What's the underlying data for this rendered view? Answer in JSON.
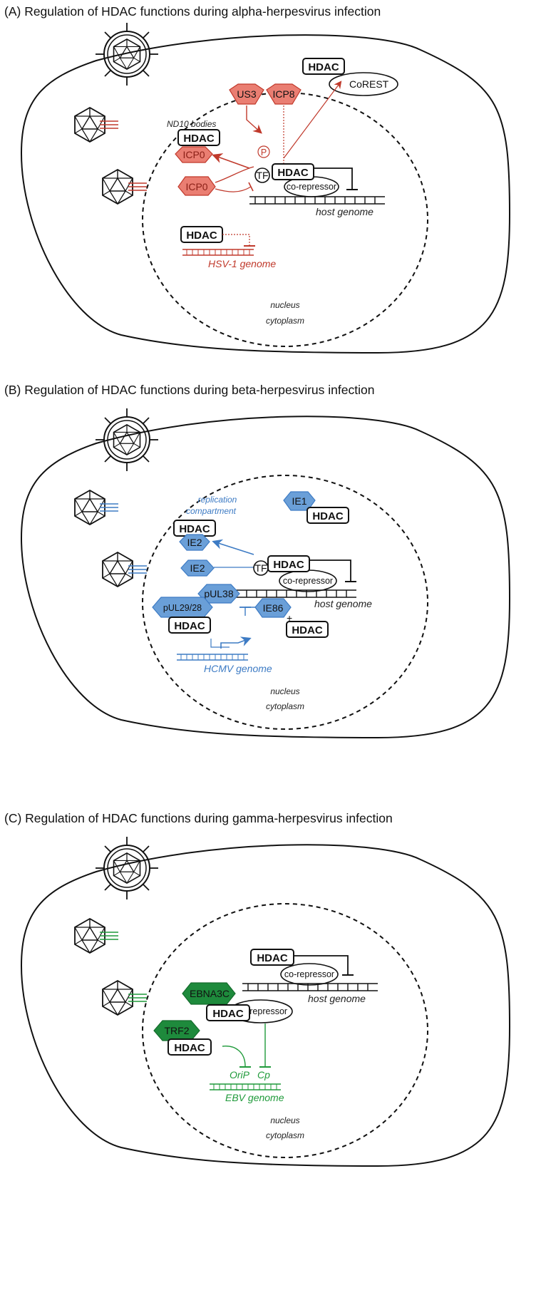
{
  "panels": {
    "a": {
      "title": "(A) Regulation of HDAC functions during alpha-herpesvirus infection",
      "hdac": "HDAC",
      "corest": "CoREST",
      "us3": "US3",
      "icp8": "ICP8",
      "nd10": "ND10 bodies",
      "icp0": "ICP0",
      "p": "P",
      "tf": "TF",
      "corepressor": "co-repressor",
      "host_genome": "host genome",
      "viral_genome": "HSV-1 genome",
      "nucleus": "nucleus",
      "cytoplasm": "cytoplasm"
    },
    "b": {
      "title": "(B) Regulation of HDAC functions during beta-herpesvirus infection",
      "hdac": "HDAC",
      "replication_1": "replication",
      "replication_2": "compartment",
      "ie1": "IE1",
      "ie2": "IE2",
      "tf": "TF",
      "corepressor": "co-repressor",
      "pul38": "pUL38",
      "pul29": "pUL29/28",
      "ie86": "IE86",
      "plus": "+",
      "host_genome": "host genome",
      "viral_genome": "HCMV genome",
      "nucleus": "nucleus",
      "cytoplasm": "cytoplasm"
    },
    "c": {
      "title": "(C) Regulation of HDAC functions during gamma-herpesvirus infection",
      "hdac": "HDAC",
      "corepressor": "co-repressor",
      "ebna3c": "EBNA3C",
      "trf2": "TRF2",
      "orip": "OriP",
      "cp": "Cp",
      "host_genome": "host genome",
      "viral_genome": "EBV genome",
      "nucleus": "nucleus",
      "cytoplasm": "cytoplasm"
    }
  },
  "colors": {
    "alpha": "#c0392b",
    "alpha_fill": "#ea7e72",
    "beta": "#3d7bc4",
    "beta_fill": "#6a9fd8",
    "gamma": "#1f9a3a",
    "gamma_fill": "#1e8a3c"
  }
}
